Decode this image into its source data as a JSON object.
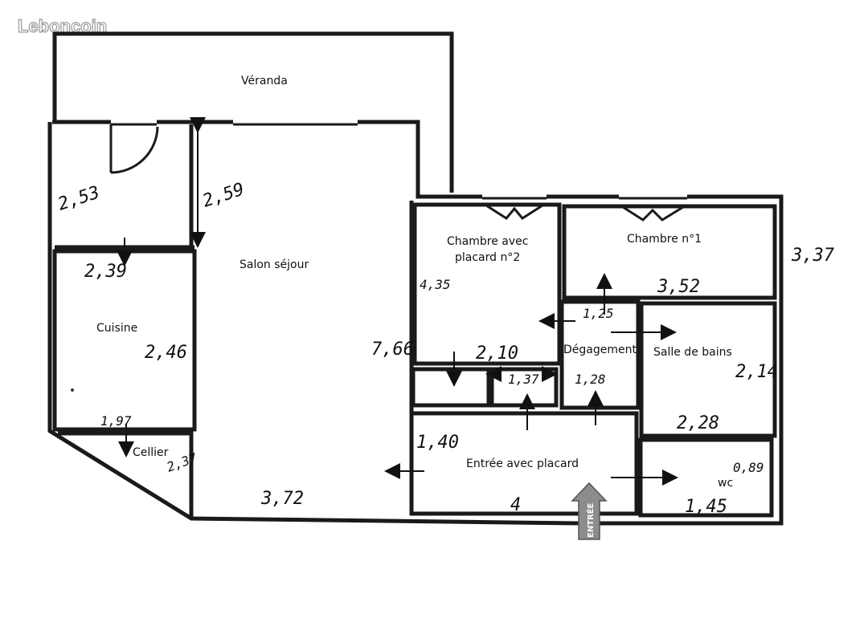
{
  "logo": "Leboncoin",
  "rooms": {
    "veranda": "Véranda",
    "salon": "Salon séjour",
    "cuisine": "Cuisine",
    "cellier": "Cellier",
    "chambre2_line1": "Chambre avec",
    "chambre2_line2": "placard n°2",
    "chambre1": "Chambre n°1",
    "degagement": "Dégagement",
    "salle_de_bains": "Salle de bains",
    "entree": "Entrée avec placard",
    "wc": "wc"
  },
  "dimensions": {
    "entrance_room_left": "2,53",
    "salon_depth_top": "2,59",
    "cuisine_width": "2,39",
    "cuisine_depth": "2,46",
    "cellier_width": "1,97",
    "cellier_depth": "2,37",
    "salon_width": "3,72",
    "salon_depth": "7,66",
    "chambre2_depth": "4,35",
    "chambre2_width": "2,10",
    "placard_width": "1,37",
    "chambre1_width": "3,52",
    "right_depth": "3,37",
    "degagement_width": "1,25",
    "degagement_depth": "1,28",
    "entree_depth": "1,40",
    "entree_width": "4",
    "sdb_depth": "2,14",
    "sdb_width": "2,28",
    "wc_depth": "0,89",
    "wc_width": "1,45"
  },
  "entry_marker": "ENTRÉE"
}
